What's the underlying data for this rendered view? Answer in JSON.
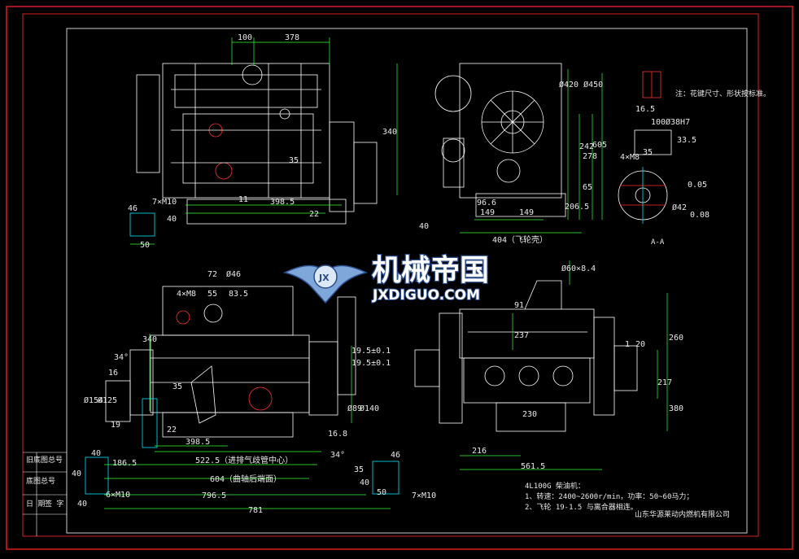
{
  "drawing": {
    "top_view_dims": {
      "d100": "100",
      "d378": "378",
      "d340": "340",
      "d11": "11",
      "d3985": "398.5",
      "d22": "22",
      "d35": "35",
      "m10": "7×M10",
      "d46": "46",
      "d50": "50",
      "d40": "40",
      "d40b": "40"
    },
    "front_view_dims": {
      "dia420": "Ø420 Ø450",
      "d242": "242",
      "d278": "278",
      "d605": "605",
      "d65": "65",
      "d2065": "206.5",
      "d966": "96.6",
      "d149a": "149",
      "d149b": "149",
      "d404": "404（飞轮壳）"
    },
    "detail_dims": {
      "d165": "16.5",
      "d100": "100",
      "dia38": "Ø38H7",
      "d335": "33.5",
      "d35": "35",
      "m8": "4×M8",
      "tol1": "0.05",
      "tol2": "0.08",
      "dia42": "Ø42",
      "note1": "注：花键尺寸、形状按标准。",
      "section_label": "A-A"
    },
    "left_view_dims": {
      "d72": "72",
      "dia46": "Ø46",
      "m8": "4×M8",
      "d55": "55",
      "d835": "83.5",
      "d340": "340",
      "d34": "34°",
      "d16": "16",
      "dia154": "Ø154",
      "dia125": "Ø125",
      "d19": "19",
      "d22": "22",
      "d35": "35",
      "d3985": "398.5",
      "d1865": "186.5",
      "d5225": "522.5（进排气歧管中心）",
      "d604": "604（曲轴后端面）",
      "d7965": "796.5",
      "d781": "781",
      "d40a": "40",
      "d40b": "40",
      "d40c": "40",
      "m10": "6×M10",
      "d1954a": "19.5±0.1",
      "d1954b": "19.5±0.1",
      "dia89": "Ø89",
      "dia140": "Ø140",
      "d168": "16.8",
      "d34b": "34°",
      "d46": "46",
      "d35b": "35",
      "d50": "50",
      "m10b": "7×M10",
      "d40d": "40"
    },
    "right_view_dims": {
      "dia60": "Ø60×8.4",
      "d91": "91",
      "d237": "237",
      "d260": "260",
      "d1": "1",
      "d20": "20",
      "d217": "217",
      "d380": "380",
      "d216": "216",
      "d5615": "561.5",
      "d230": "230"
    },
    "notes": {
      "model": "4L100G 柴油机：",
      "line1": "1、转速：2400~2600r/min，功率：50~60马力；",
      "line2": "2、飞轮 19-1.5 与离合器相连。",
      "company": "山东华源莱动内燃机有限公司"
    },
    "title_block": {
      "r1": "旧底图总号",
      "r2": "底图总号",
      "r3a": "日 期",
      "r3b": "签 字"
    }
  },
  "watermark": {
    "cn": "机械帝国",
    "en": "JXDIGUO.COM"
  },
  "colors": {
    "frame": "#d81e1e",
    "lines": "#ffffff",
    "dims": "#33ff33",
    "hatch": "#ff2020",
    "cyan": "#00e5ff"
  }
}
